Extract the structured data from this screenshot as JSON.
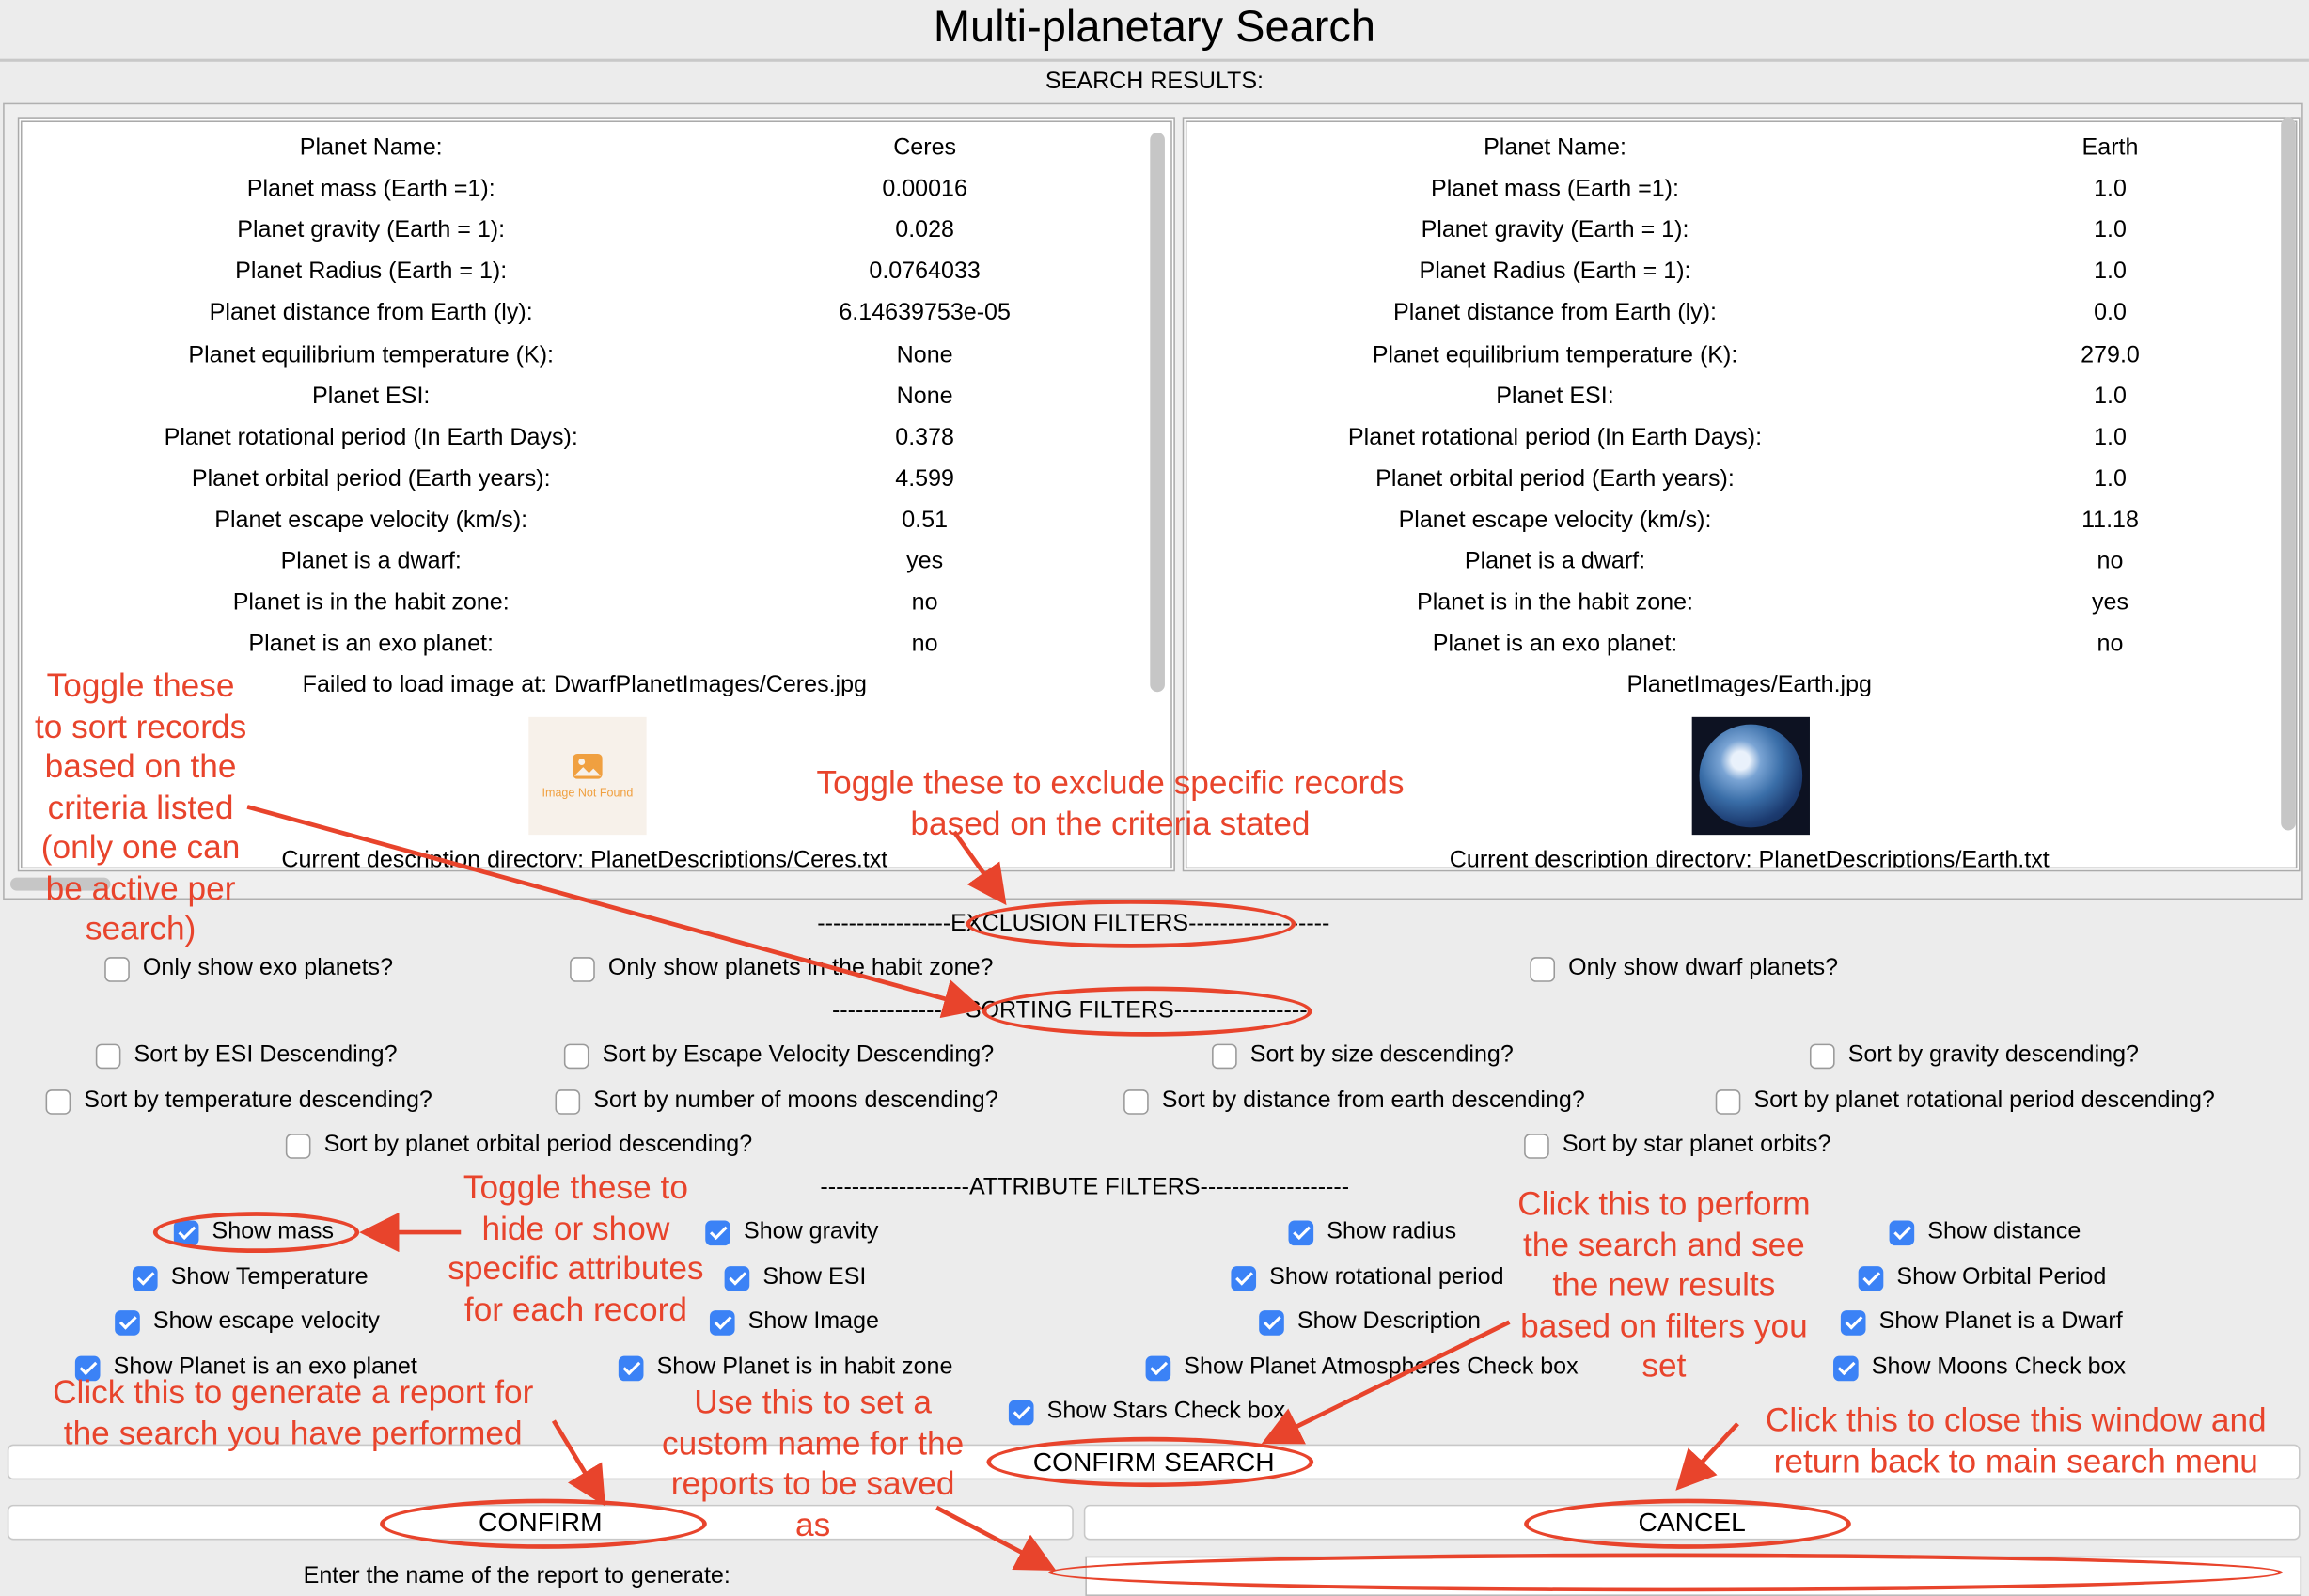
{
  "window": {
    "title": "Multi-planetary Search",
    "results_label": "SEARCH RESULTS:"
  },
  "records": [
    {
      "rows": [
        {
          "label": "Planet Name:",
          "value": "Ceres"
        },
        {
          "label": "Planet mass (Earth =1):",
          "value": "0.00016"
        },
        {
          "label": "Planet gravity (Earth = 1):",
          "value": "0.028"
        },
        {
          "label": "Planet Radius (Earth = 1):",
          "value": "0.0764033"
        },
        {
          "label": "Planet distance from Earth (ly):",
          "value": "6.14639753e-05"
        },
        {
          "label": "Planet equilibrium temperature (K):",
          "value": "None"
        },
        {
          "label": "Planet ESI:",
          "value": "None"
        },
        {
          "label": "Planet rotational period (In Earth Days):",
          "value": "0.378"
        },
        {
          "label": "Planet orbital period (Earth years):",
          "value": "4.599"
        },
        {
          "label": "Planet escape velocity (km/s):",
          "value": "0.51"
        },
        {
          "label": "Planet is a dwarf:",
          "value": "yes"
        },
        {
          "label": "Planet is in the habit zone:",
          "value": "no"
        },
        {
          "label": "Planet is an exo planet:",
          "value": "no"
        }
      ],
      "image_path": "Failed to load image at: DwarfPlanetImages/Ceres.jpg",
      "image_placeholder": "Image Not Found",
      "description": "Current description directory: PlanetDescriptions/Ceres.txt"
    },
    {
      "rows": [
        {
          "label": "Planet Name:",
          "value": "Earth"
        },
        {
          "label": "Planet mass (Earth =1):",
          "value": "1.0"
        },
        {
          "label": "Planet gravity (Earth = 1):",
          "value": "1.0"
        },
        {
          "label": "Planet Radius (Earth = 1):",
          "value": "1.0"
        },
        {
          "label": "Planet distance from Earth (ly):",
          "value": "0.0"
        },
        {
          "label": "Planet equilibrium temperature (K):",
          "value": "279.0"
        },
        {
          "label": "Planet ESI:",
          "value": "1.0"
        },
        {
          "label": "Planet rotational period (In Earth Days):",
          "value": "1.0"
        },
        {
          "label": "Planet orbital period (Earth years):",
          "value": "1.0"
        },
        {
          "label": "Planet escape velocity (km/s):",
          "value": "11.18"
        },
        {
          "label": "Planet is a dwarf:",
          "value": "no"
        },
        {
          "label": "Planet is in the habit zone:",
          "value": "yes"
        },
        {
          "label": "Planet is an exo planet:",
          "value": "no"
        }
      ],
      "image_path": "PlanetImages/Earth.jpg",
      "description": "Current description directory: PlanetDescriptions/Earth.txt"
    }
  ],
  "sections": {
    "exclusion": "-----------------EXCLUSION FILTERS------------------",
    "sorting": "-----------------SORTING FILTERS-----------------",
    "attribute": "-------------------ATTRIBUTE FILTERS-------------------"
  },
  "exclusion_filters": [
    {
      "label": "Only show exo planets?",
      "checked": false
    },
    {
      "label": "Only show planets in the habit zone?",
      "checked": false
    },
    {
      "label": "Only show dwarf planets?",
      "checked": false
    }
  ],
  "sorting_filters": [
    {
      "label": "Sort by ESI Descending?",
      "checked": false
    },
    {
      "label": "Sort by Escape Velocity Descending?",
      "checked": false
    },
    {
      "label": "Sort by size descending?",
      "checked": false
    },
    {
      "label": "Sort by gravity descending?",
      "checked": false
    },
    {
      "label": "Sort by temperature descending?",
      "checked": false
    },
    {
      "label": "Sort by number of moons descending?",
      "checked": false
    },
    {
      "label": "Sort by distance from earth descending?",
      "checked": false
    },
    {
      "label": "Sort by planet rotational period descending?",
      "checked": false
    },
    {
      "label": "Sort by planet orbital period descending?",
      "checked": false
    },
    {
      "label": "Sort by star planet orbits?",
      "checked": false
    }
  ],
  "attribute_filters": [
    {
      "label": "Show mass",
      "checked": true
    },
    {
      "label": "Show gravity",
      "checked": true
    },
    {
      "label": "Show radius",
      "checked": true
    },
    {
      "label": "Show distance",
      "checked": true
    },
    {
      "label": "Show Temperature",
      "checked": true
    },
    {
      "label": "Show ESI",
      "checked": true
    },
    {
      "label": "Show rotational period",
      "checked": true
    },
    {
      "label": "Show Orbital Period",
      "checked": true
    },
    {
      "label": "Show escape velocity",
      "checked": true
    },
    {
      "label": "Show Image",
      "checked": true
    },
    {
      "label": "Show Description",
      "checked": true
    },
    {
      "label": "Show Planet is a Dwarf",
      "checked": true
    },
    {
      "label": "Show Planet is an exo planet",
      "checked": true
    },
    {
      "label": "Show Planet is in habit zone",
      "checked": true
    },
    {
      "label": "Show Planet Atmospheres Check box",
      "checked": true
    },
    {
      "label": "Show Moons Check box",
      "checked": true
    },
    {
      "label": "Show Stars Check box",
      "checked": true
    }
  ],
  "buttons": {
    "confirm_search": "CONFIRM SEARCH",
    "confirm": "CONFIRM",
    "cancel": "CANCEL"
  },
  "report": {
    "label": "Enter the name of the report to generate:",
    "value": ""
  },
  "annotations": {
    "sort": "Toggle these\nto sort records\nbased on the\ncriteria listed\n(only one can\nbe active per\nsearch)",
    "exclude": "Toggle these to exclude specific records\nbased on the criteria stated",
    "attributes": "Toggle these to\nhide or show\nspecific attributes\nfor each record",
    "search": "Click this to perform\nthe search and see\nthe new results\nbased on filters you\nset",
    "report": "Click this to generate a report for\nthe search you have performed",
    "name": "Use this to set a\ncustom name for the\nreports to be saved\nas",
    "close": "Click this to close this window and\nreturn back to main search menu",
    "color": "#e8442c"
  }
}
